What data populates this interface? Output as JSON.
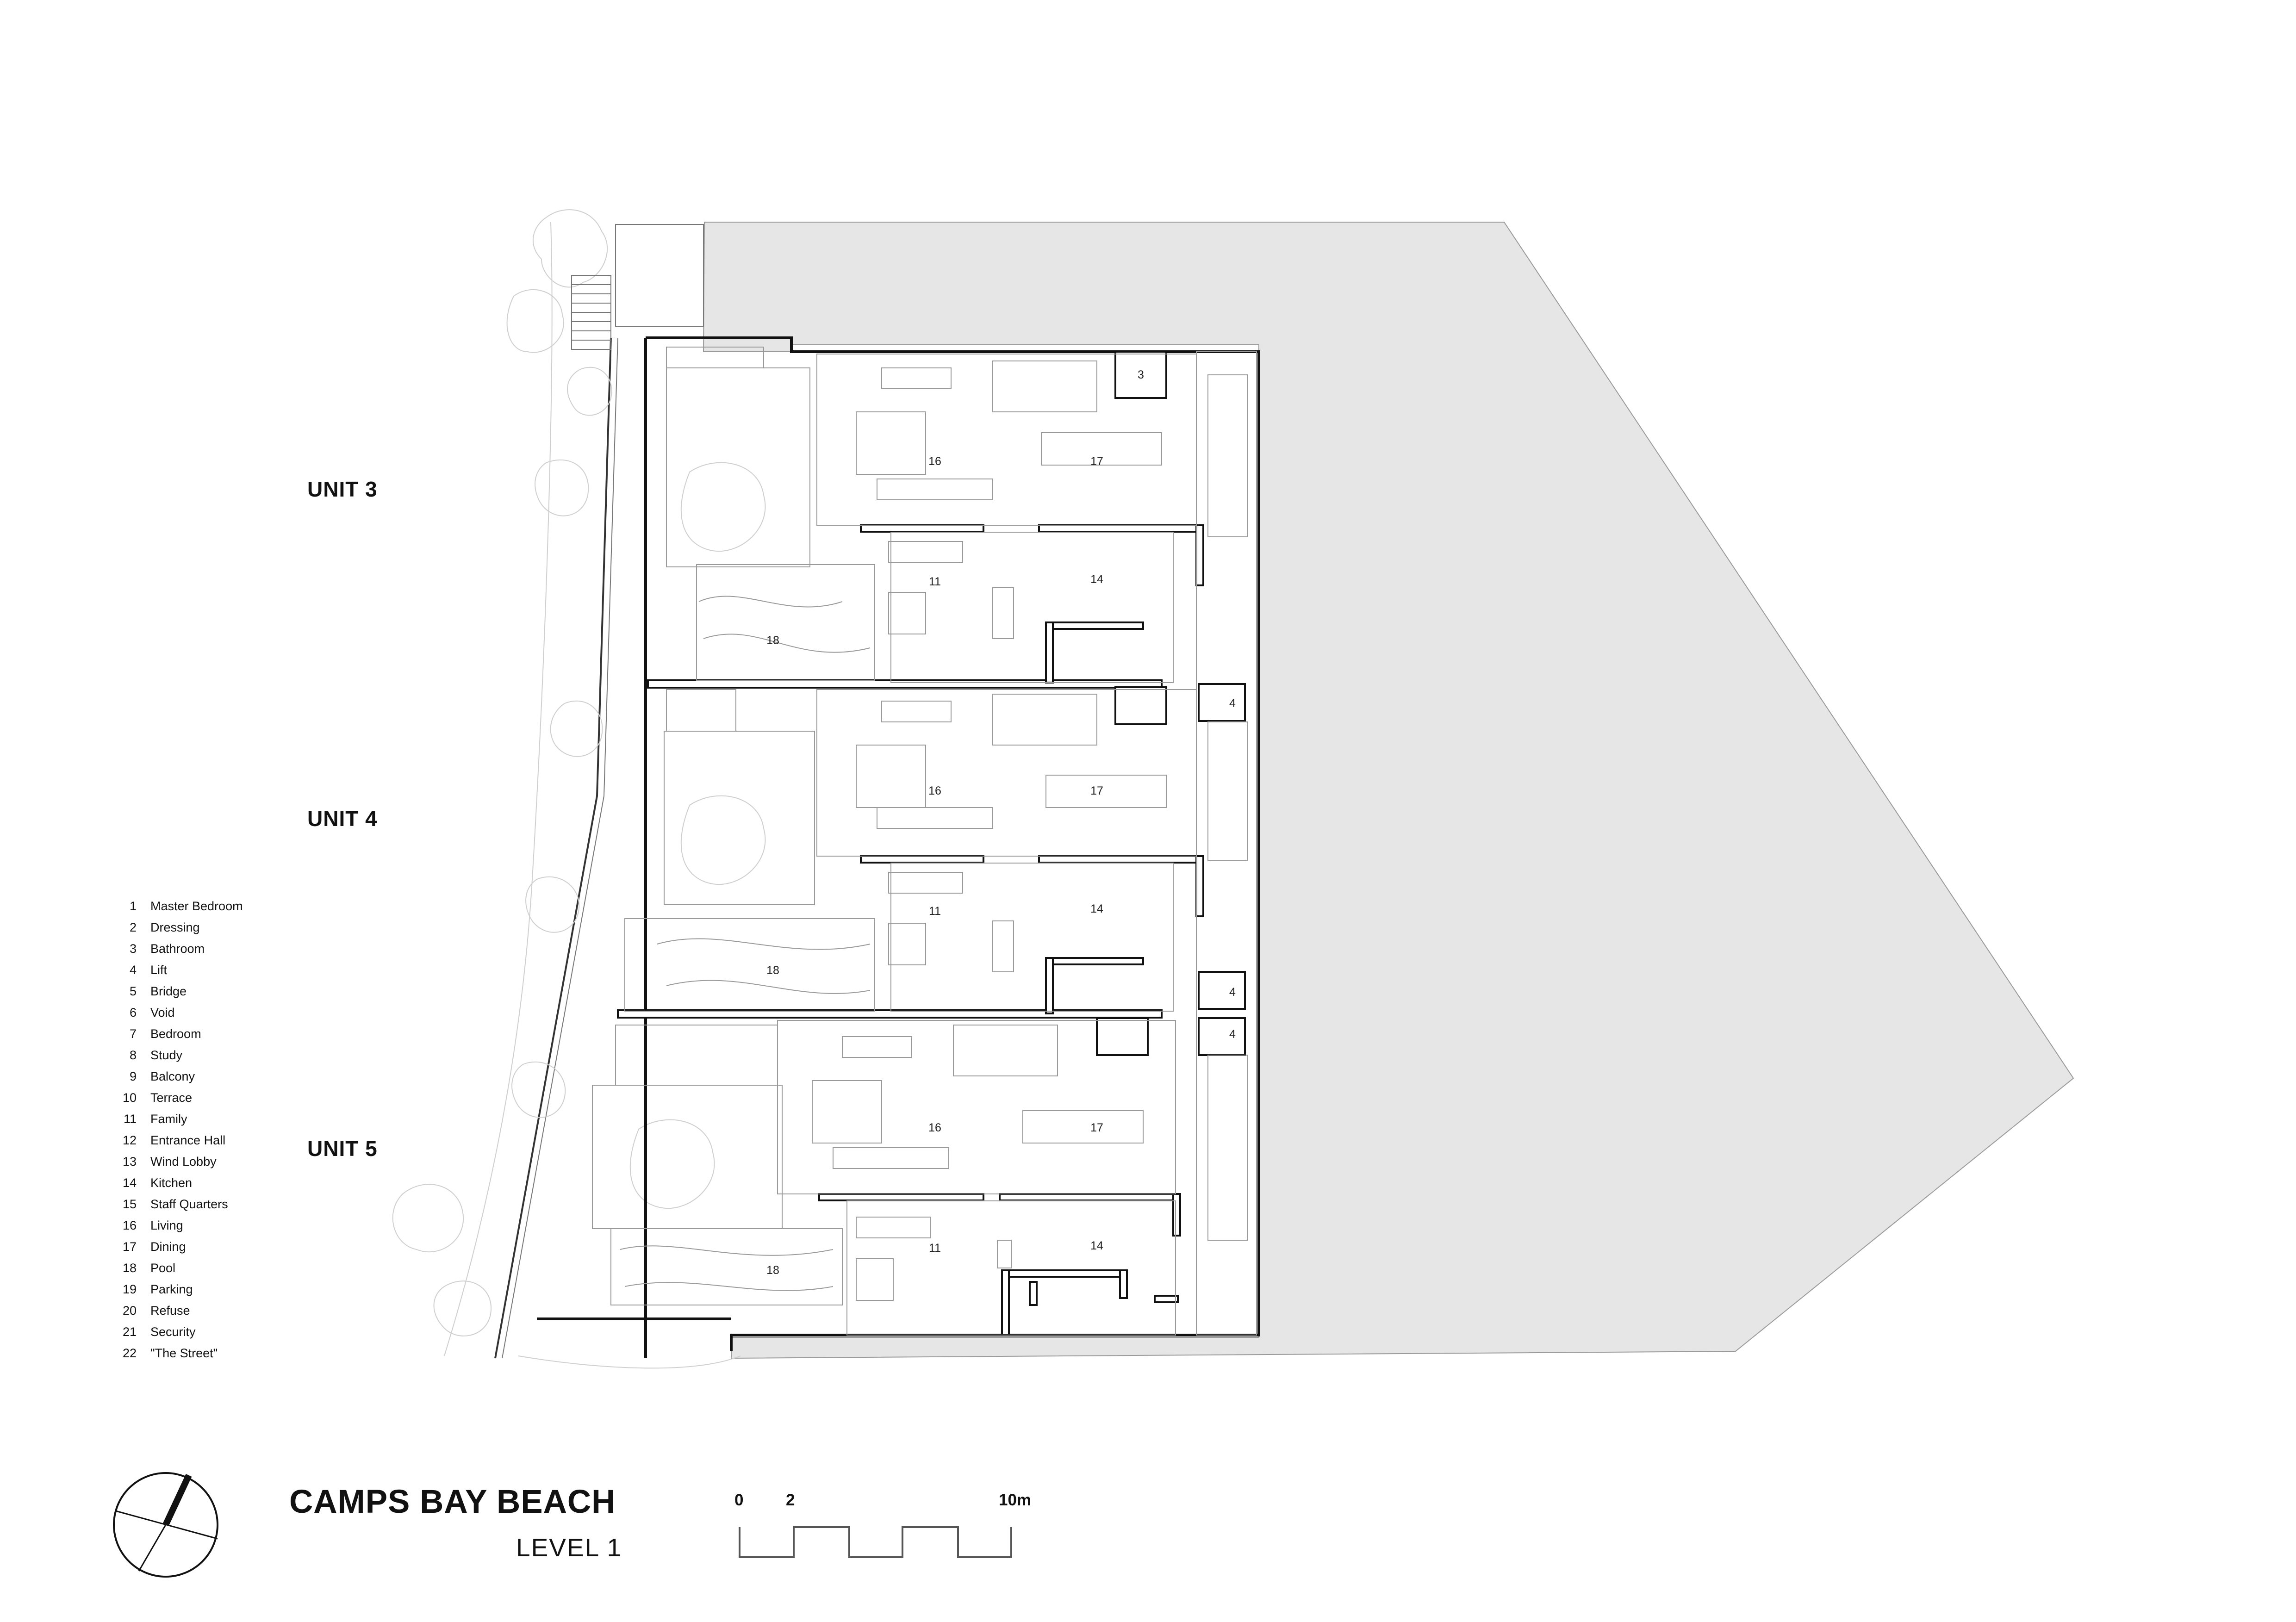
{
  "title": "CAMPS BAY BEACH",
  "subtitle": "LEVEL 1",
  "units": [
    {
      "label": "UNIT 3"
    },
    {
      "label": "UNIT 4"
    },
    {
      "label": "UNIT 5"
    }
  ],
  "legend": [
    {
      "num": "1",
      "name": "Master Bedroom"
    },
    {
      "num": "2",
      "name": "Dressing"
    },
    {
      "num": "3",
      "name": "Bathroom"
    },
    {
      "num": "4",
      "name": "Lift"
    },
    {
      "num": "5",
      "name": "Bridge"
    },
    {
      "num": "6",
      "name": "Void"
    },
    {
      "num": "7",
      "name": "Bedroom"
    },
    {
      "num": "8",
      "name": "Study"
    },
    {
      "num": "9",
      "name": "Balcony"
    },
    {
      "num": "10",
      "name": "Terrace"
    },
    {
      "num": "11",
      "name": "Family"
    },
    {
      "num": "12",
      "name": "Entrance Hall"
    },
    {
      "num": "13",
      "name": "Wind Lobby"
    },
    {
      "num": "14",
      "name": "Kitchen"
    },
    {
      "num": "15",
      "name": "Staff Quarters"
    },
    {
      "num": "16",
      "name": "Living"
    },
    {
      "num": "17",
      "name": "Dining"
    },
    {
      "num": "18",
      "name": "Pool"
    },
    {
      "num": "19",
      "name": "Parking"
    },
    {
      "num": "20",
      "name": "Refuse"
    },
    {
      "num": "21",
      "name": "Security"
    },
    {
      "num": "22",
      "name": "\"The Street\""
    }
  ],
  "room_labels": {
    "u3_bath": "3",
    "u3_living": "16",
    "u3_dining": "17",
    "u3_family": "11",
    "u3_kitchen": "14",
    "u3_pool": "18",
    "lift_a": "4",
    "u4_living": "16",
    "u4_dining": "17",
    "u4_family": "11",
    "u4_kitchen": "14",
    "u4_pool": "18",
    "lift_b": "4",
    "lift_c": "4",
    "u5_living": "16",
    "u5_dining": "17",
    "u5_family": "11",
    "u5_kitchen": "14",
    "u5_pool": "18"
  },
  "scale_bar": {
    "label_0": "0",
    "label_2": "2",
    "label_10": "10m"
  },
  "colors": {
    "site": "#e6e6e6",
    "wall": "#111111",
    "fine": "#9a9a9a",
    "tree": "#cfcfcf"
  }
}
